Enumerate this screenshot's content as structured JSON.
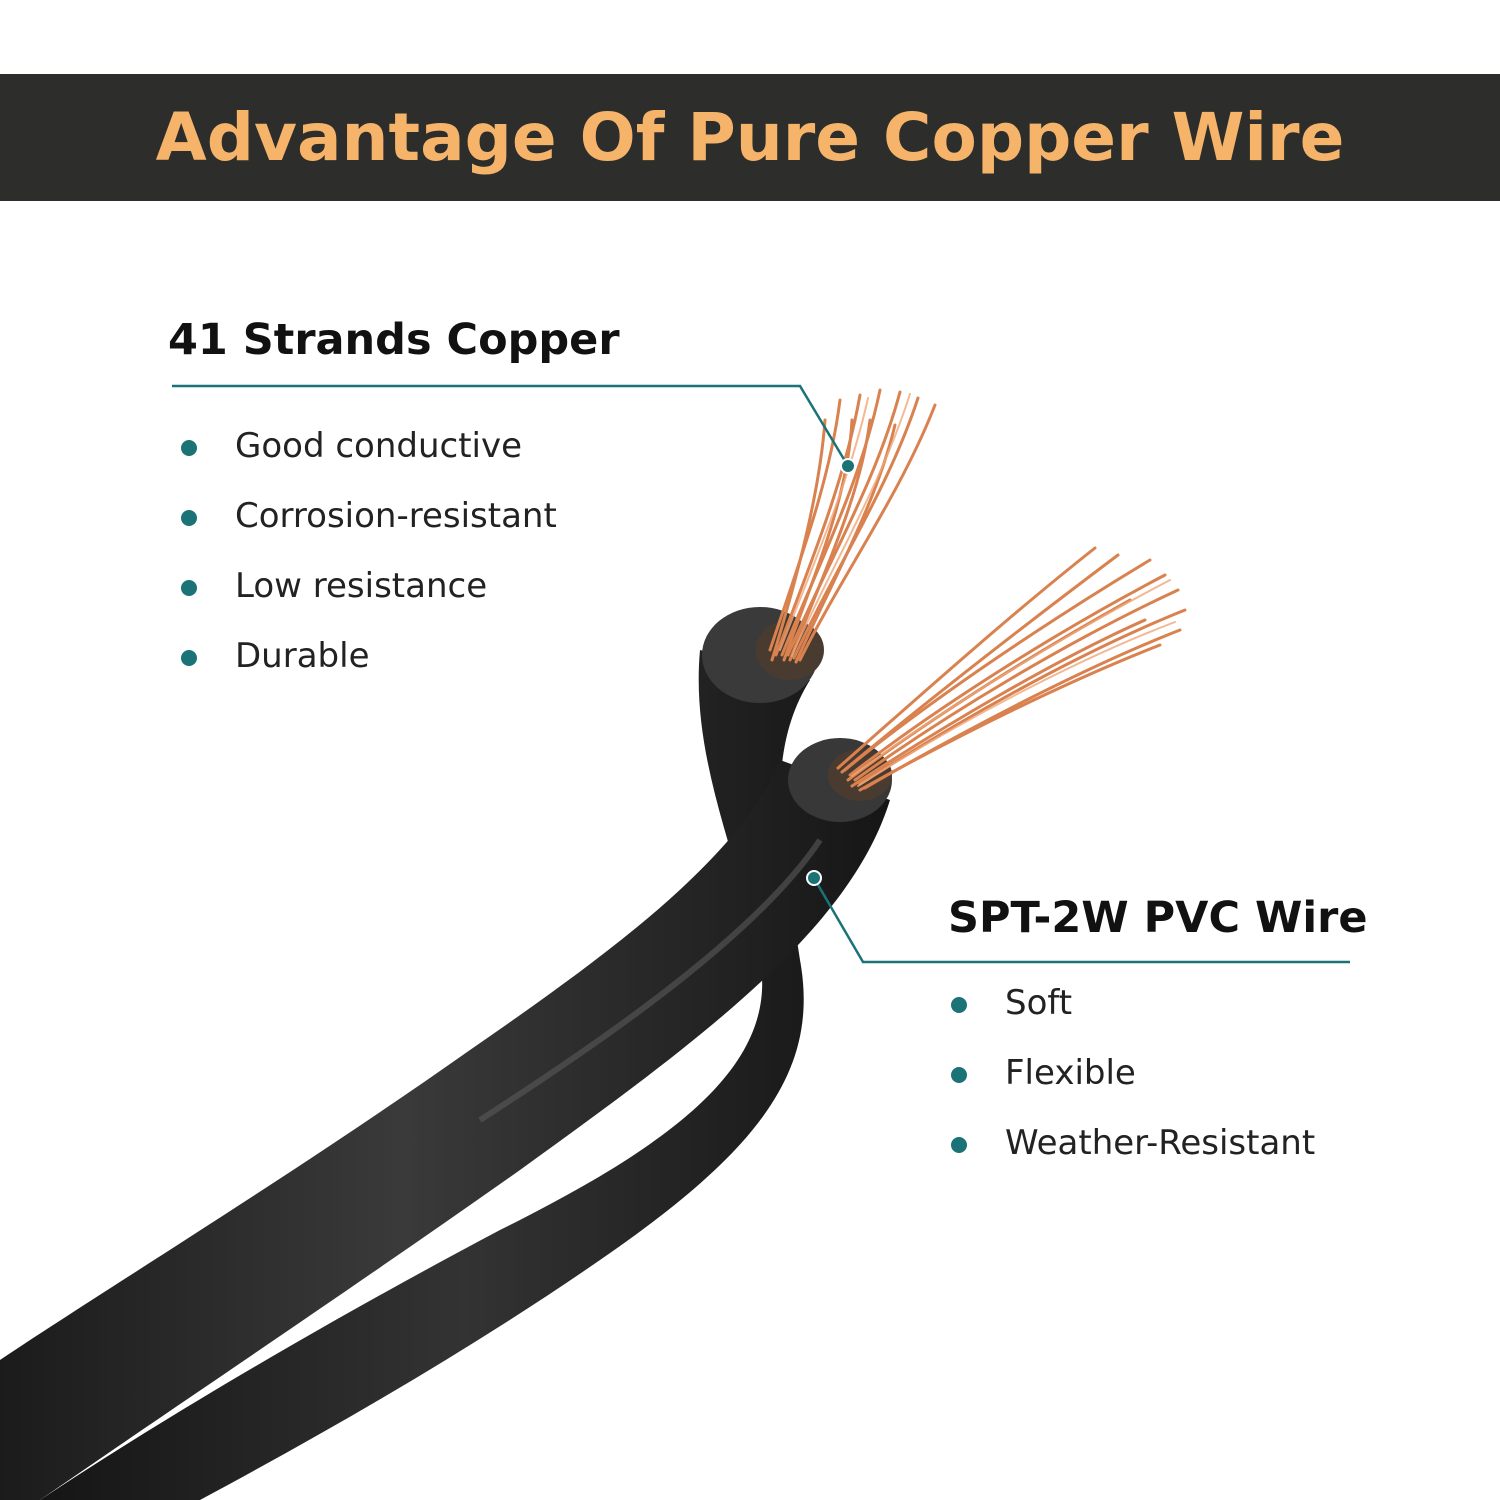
{
  "colors": {
    "banner_bg": "#2d2d2b",
    "title": "#f6b36a",
    "accent_teal": "#1b7377",
    "cable_black": "#2a2a2a",
    "copper": "#d9824f"
  },
  "banner": {
    "title": "Advantage Of Pure Copper Wire"
  },
  "copper_section": {
    "heading": "41 Strands Copper",
    "items": [
      "Good conductive",
      "Corrosion-resistant",
      "Low resistance",
      "Durable"
    ]
  },
  "pvc_section": {
    "heading": "SPT-2W PVC Wire",
    "items": [
      "Soft",
      "Flexible",
      "Weather-Resistant"
    ]
  }
}
